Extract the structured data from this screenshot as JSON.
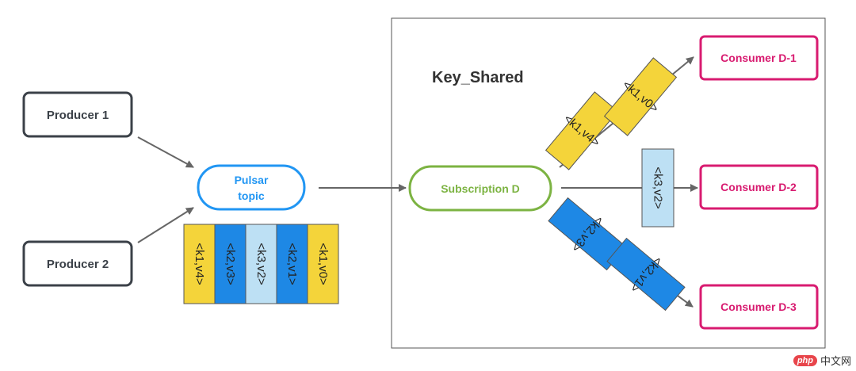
{
  "producers": [
    {
      "label": "Producer 1"
    },
    {
      "label": "Producer 2"
    }
  ],
  "topic": {
    "line1": "Pulsar",
    "line2": "topic"
  },
  "topic_queue": [
    "<k1,v4>",
    "<k2,v3>",
    "<k3,v2>",
    "<k2,v1>",
    "<k1,v0>"
  ],
  "subscription": {
    "title": "Key_Shared",
    "label": "Subscription D"
  },
  "consumers": [
    {
      "label": "Consumer D-1"
    },
    {
      "label": "Consumer D-2"
    },
    {
      "label": "Consumer D-3"
    }
  ],
  "routes": {
    "consumer_1": [
      "<k1,v4>",
      "<k1,v0>"
    ],
    "consumer_2": [
      "<k3,v2>"
    ],
    "consumer_3": [
      "<k2,v3>",
      "<k2,v1>"
    ]
  },
  "colors": {
    "dark": "#3b4148",
    "topic_blue": "#2196f3",
    "subscription_green": "#7cb342",
    "consumer_pink": "#d81b70",
    "key_yellow": "#f4d43a",
    "key_blue": "#1e88e5",
    "key_lightblue": "#bde0f4",
    "arrow": "#666666"
  },
  "watermark": {
    "logo": "php",
    "text": "中文网"
  }
}
